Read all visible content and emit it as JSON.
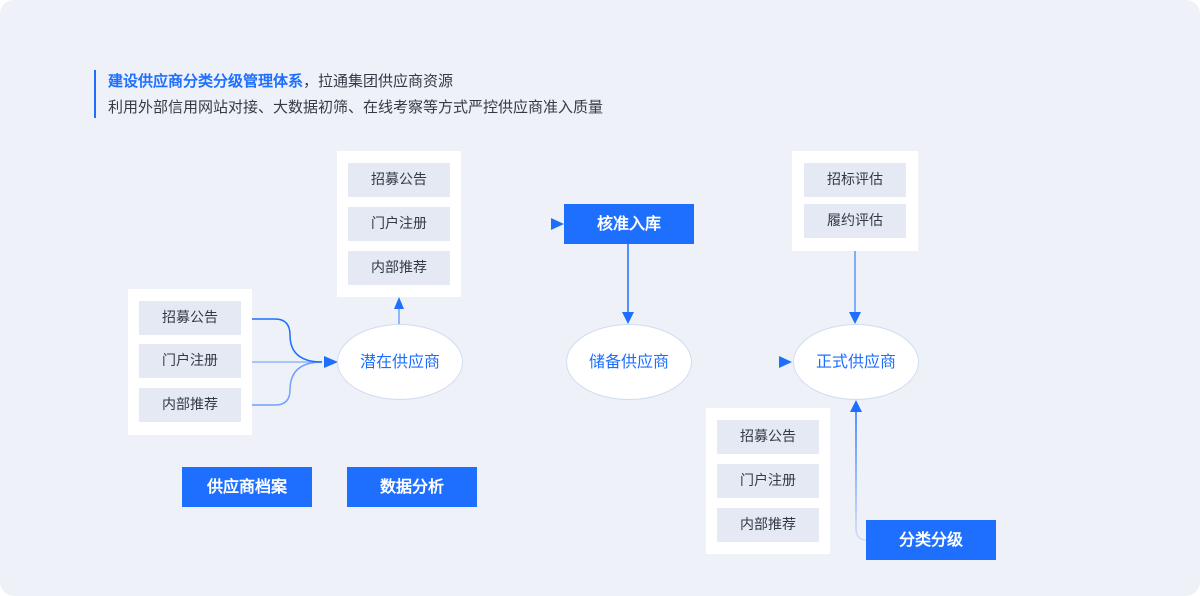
{
  "intro": {
    "highlight": "建设供应商分类分级管理体系",
    "line1_rest": "，拉通集团供应商资源",
    "line2": "利用外部信用网站对接、大数据初筛、在线考察等方式严控供应商准入质量"
  },
  "left_panel": {
    "items": [
      "招募公告",
      "门户注册",
      "内部推荐"
    ]
  },
  "top_panel": {
    "items": [
      "招募公告",
      "门户注册",
      "内部推荐"
    ]
  },
  "eval_panel": {
    "items": [
      "招标评估",
      "履约评估"
    ]
  },
  "bottom_panel": {
    "items": [
      "招募公告",
      "门户注册",
      "内部推荐"
    ]
  },
  "nodes": {
    "potential": "潜在供应商",
    "reserve": "储备供应商",
    "formal": "正式供应商",
    "approve": "核准入库",
    "classify": "分类分级"
  },
  "buttons": {
    "archive": "供应商档案",
    "analysis": "数据分析"
  },
  "colors": {
    "accent": "#1f6fff",
    "background": "#eef1f7",
    "chip": "#e4e9f3"
  }
}
